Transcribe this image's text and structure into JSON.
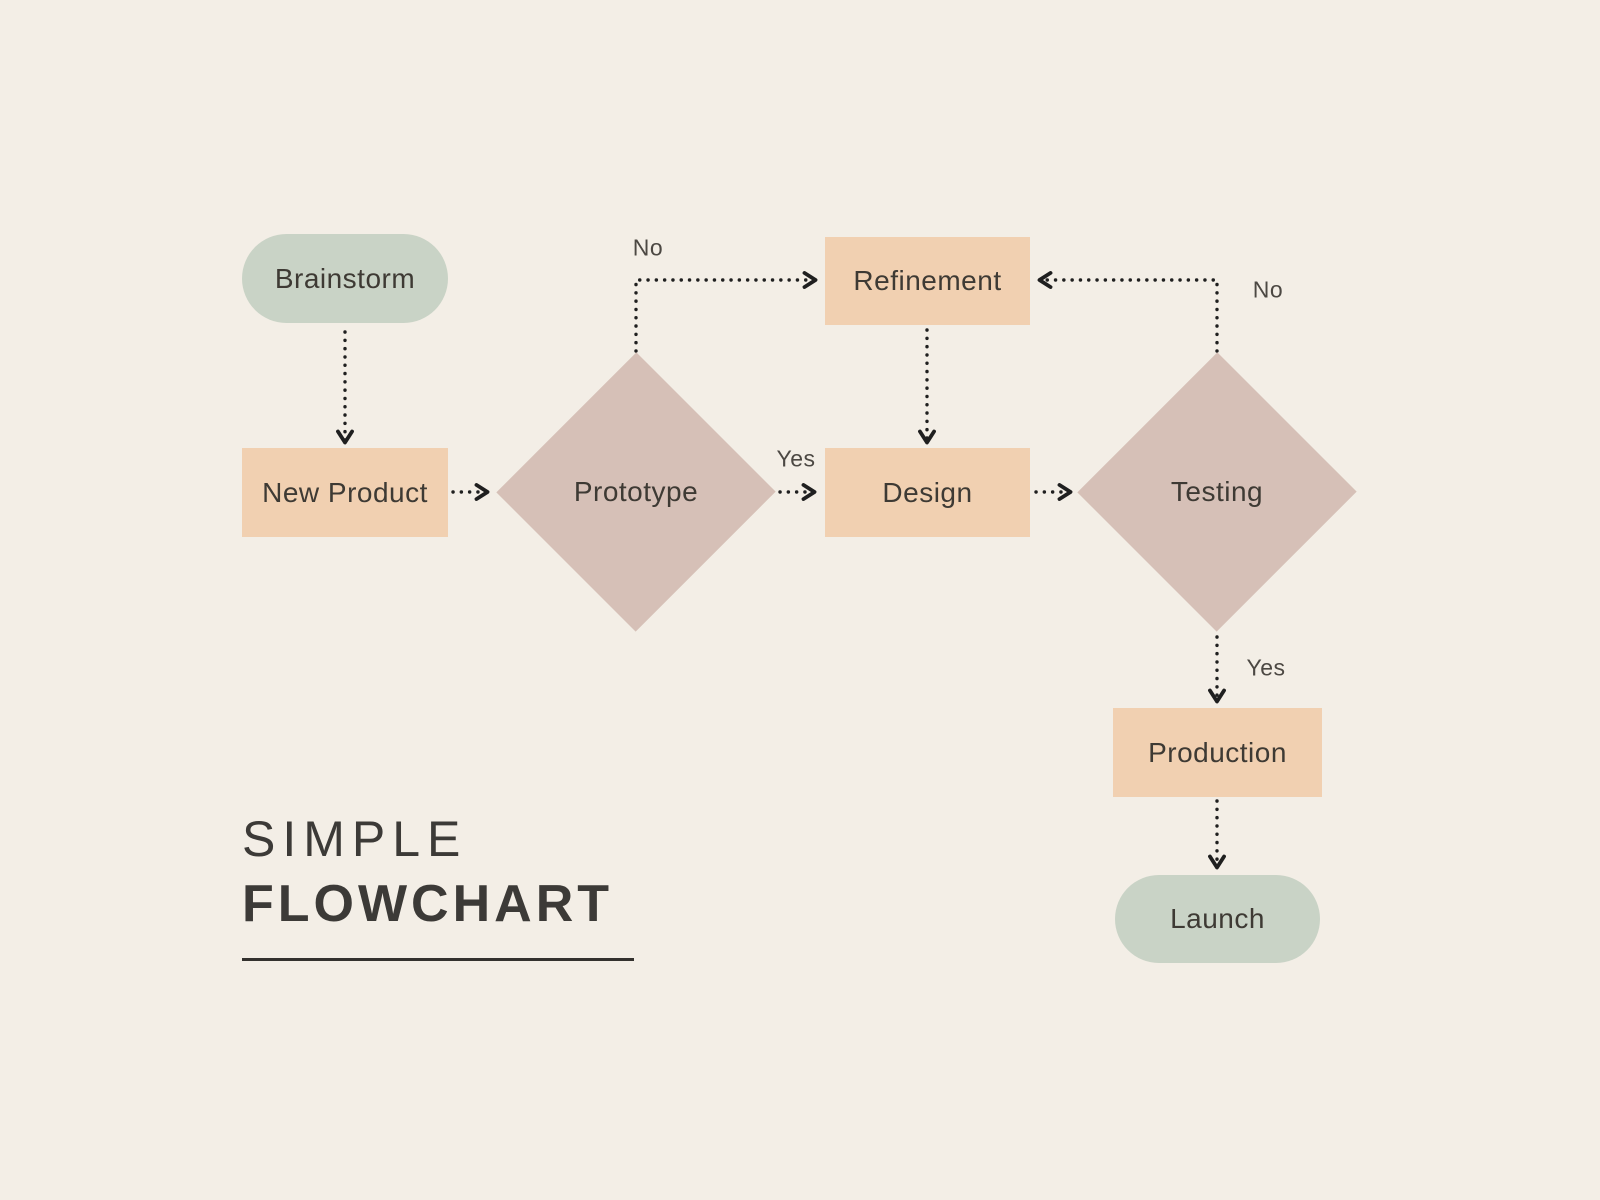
{
  "title": {
    "line1": "SIMPLE",
    "line2": "FLOWCHART"
  },
  "palette": {
    "background": "#f3eee6",
    "pill": "#c9d3c6",
    "process": "#f1d0b1",
    "decision": "#d6c0b7",
    "text": "#3e3a34",
    "title": "#3c3a37",
    "connector": "#1f1f1f"
  },
  "nodes": [
    {
      "id": "brainstorm",
      "label": "Brainstorm",
      "type": "terminator"
    },
    {
      "id": "new-product",
      "label": "New Product",
      "type": "process"
    },
    {
      "id": "prototype",
      "label": "Prototype",
      "type": "decision"
    },
    {
      "id": "refinement",
      "label": "Refinement",
      "type": "process"
    },
    {
      "id": "design",
      "label": "Design",
      "type": "process"
    },
    {
      "id": "testing",
      "label": "Testing",
      "type": "decision"
    },
    {
      "id": "production",
      "label": "Production",
      "type": "process"
    },
    {
      "id": "launch",
      "label": "Launch",
      "type": "terminator"
    }
  ],
  "edge_labels": {
    "prototype_no": "No",
    "prototype_yes": "Yes",
    "testing_no": "No",
    "testing_yes": "Yes"
  }
}
